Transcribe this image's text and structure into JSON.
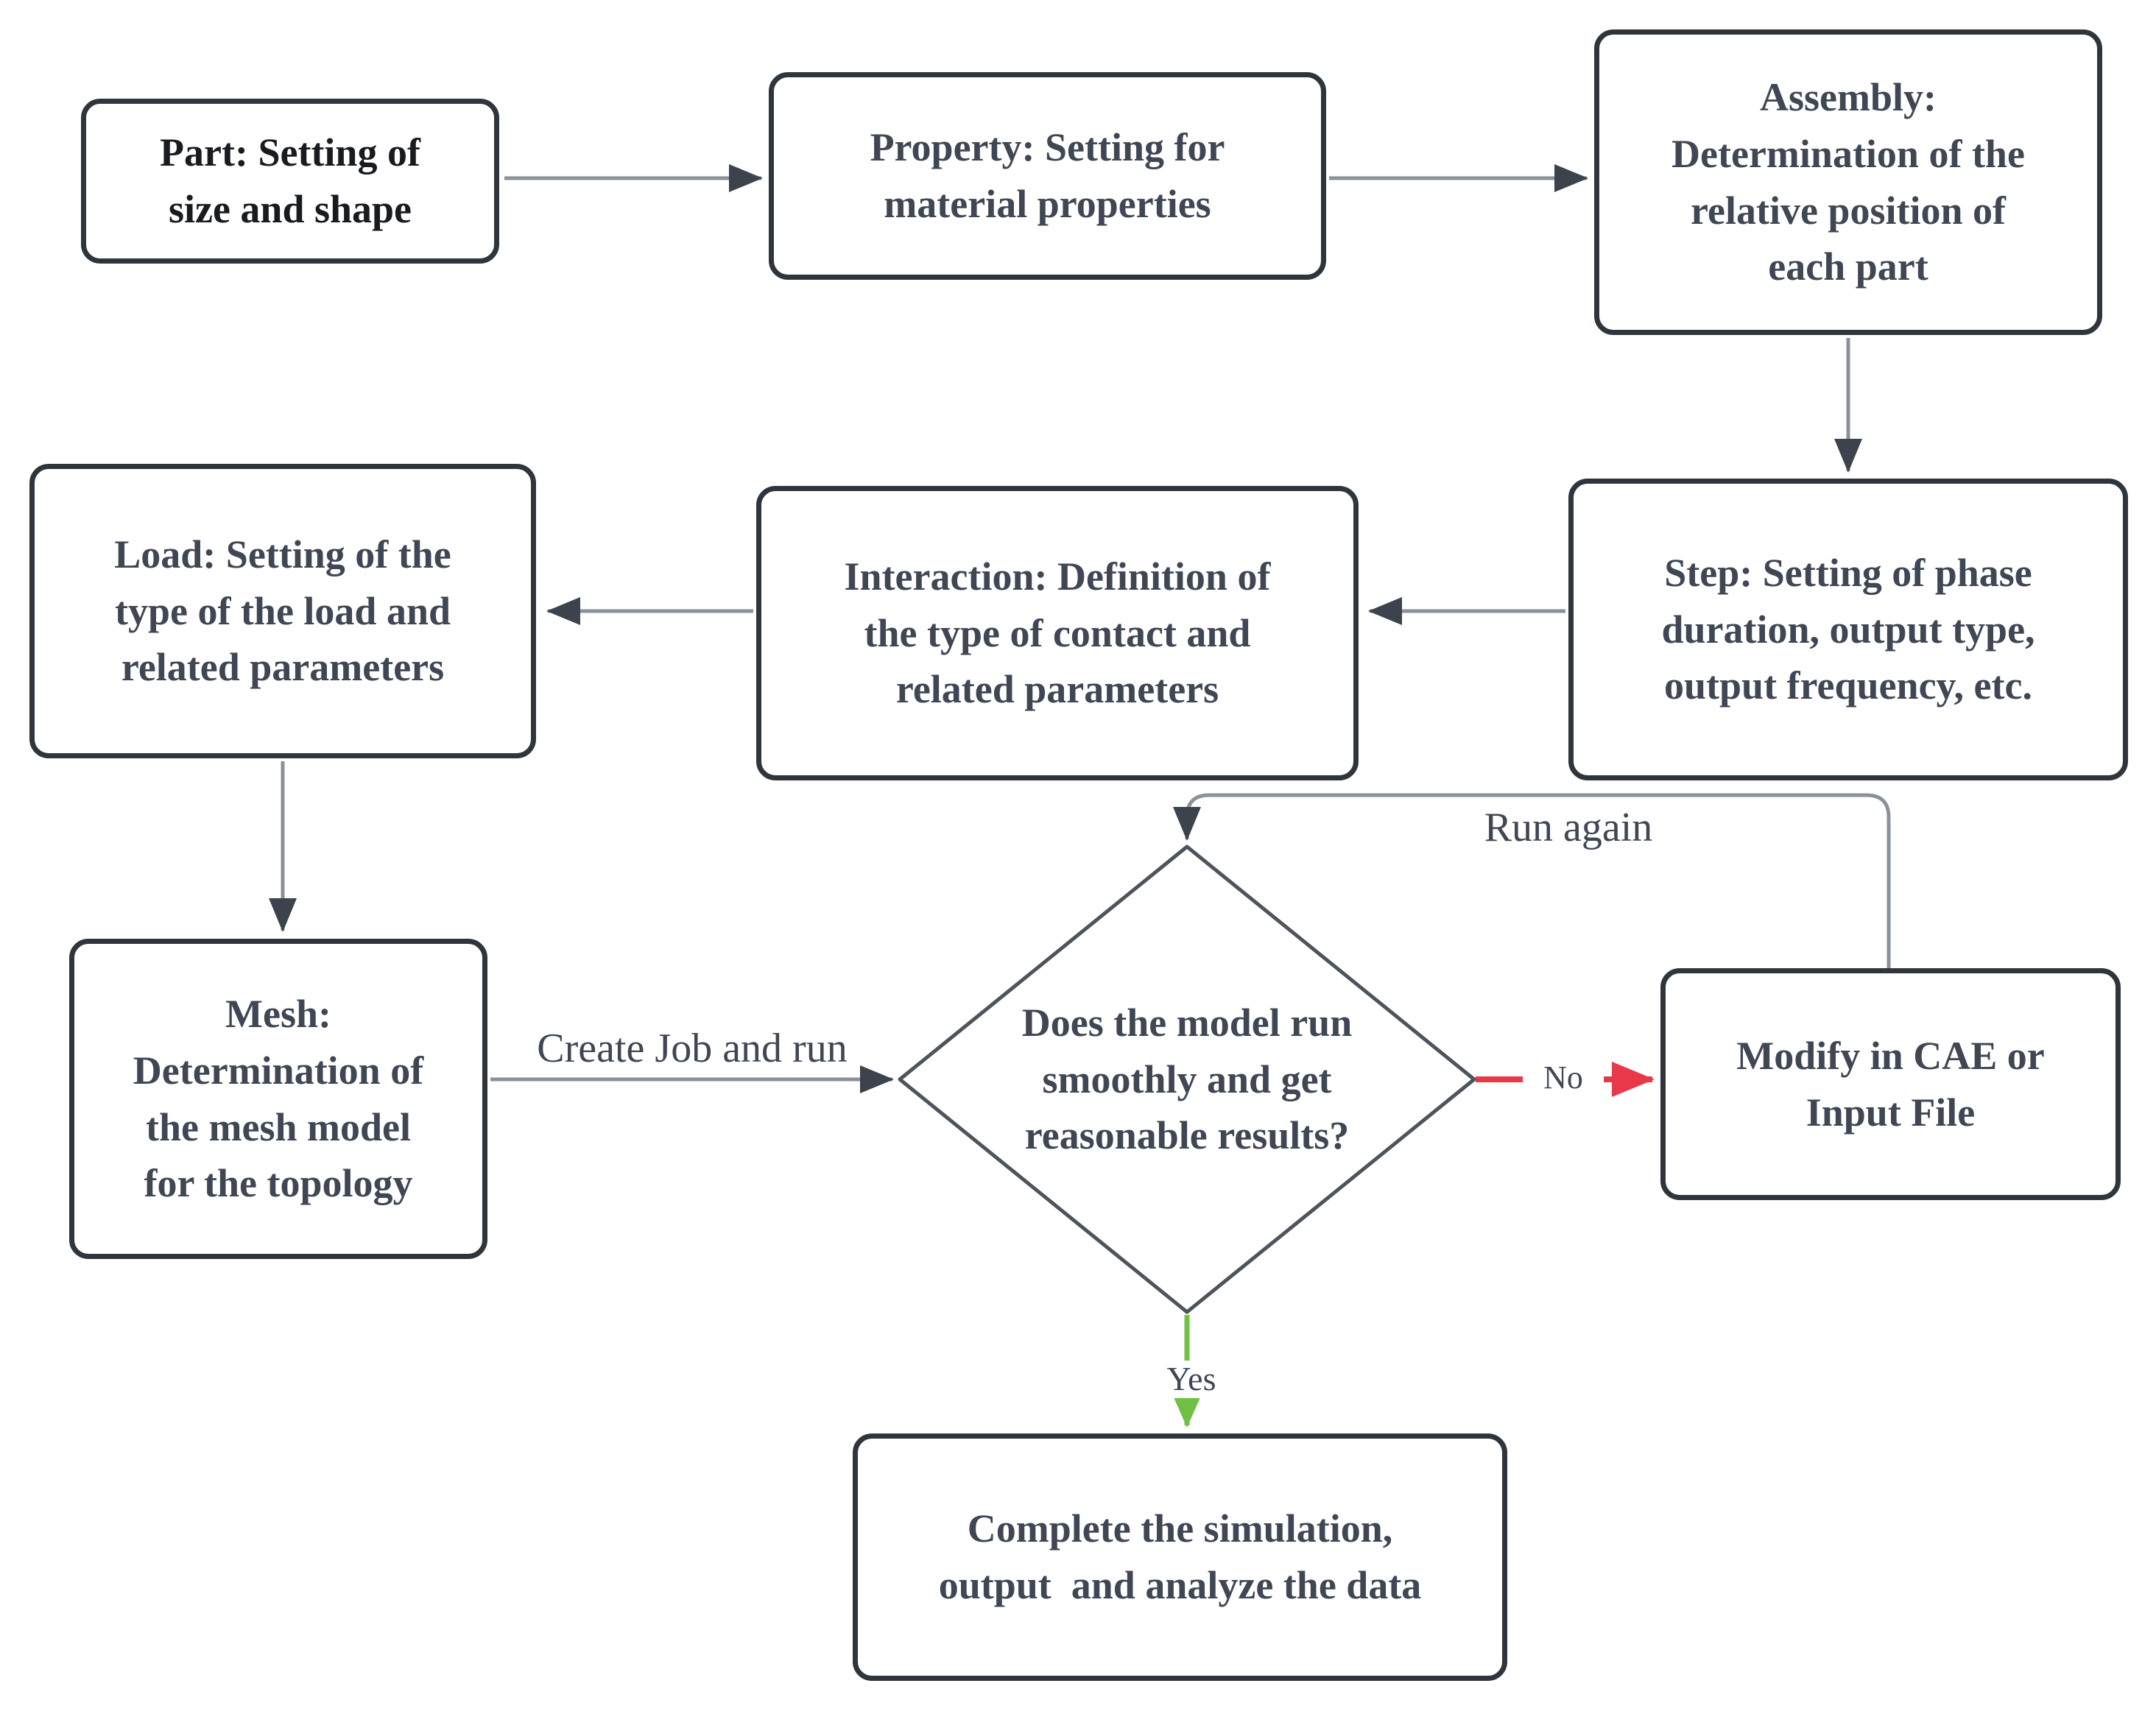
{
  "nodes": {
    "part": {
      "lines": [
        "Part: Setting of",
        "size and shape"
      ]
    },
    "property": {
      "lines": [
        "Property: Setting for",
        "material properties"
      ]
    },
    "assembly": {
      "lines": [
        "Assembly:",
        "Determination of the",
        "relative position of",
        "each part"
      ]
    },
    "step": {
      "lines": [
        "Step: Setting of phase",
        "duration, output type,",
        "output frequency, etc."
      ]
    },
    "interaction": {
      "lines": [
        "Interaction: Definition of",
        "the type of contact and",
        "related parameters"
      ]
    },
    "load": {
      "lines": [
        "Load: Setting of the",
        "type of the load and",
        "related parameters"
      ]
    },
    "mesh": {
      "lines": [
        "Mesh:",
        "Determination of",
        "the mesh model",
        "for the topology"
      ]
    },
    "decision": {
      "lines": [
        "Does the model run",
        "smoothly and get",
        "reasonable results?"
      ]
    },
    "modify": {
      "lines": [
        "Modify in CAE or",
        "Input File"
      ]
    },
    "complete": {
      "lines": [
        "Complete the simulation,",
        "output  and analyze the data"
      ]
    }
  },
  "labels": {
    "create_job": "Create Job and run",
    "run_again": "Run again",
    "no": "No",
    "yes": "Yes"
  },
  "colors": {
    "box_border": "#2f353d",
    "box_text": "#3f4754",
    "part_text": "#181b1f",
    "connector": "#8a9199",
    "arrowhead": "#3c434d",
    "no_arrow": "#e8394a",
    "yes_arrow": "#6fc043",
    "background": "#ffffff"
  }
}
